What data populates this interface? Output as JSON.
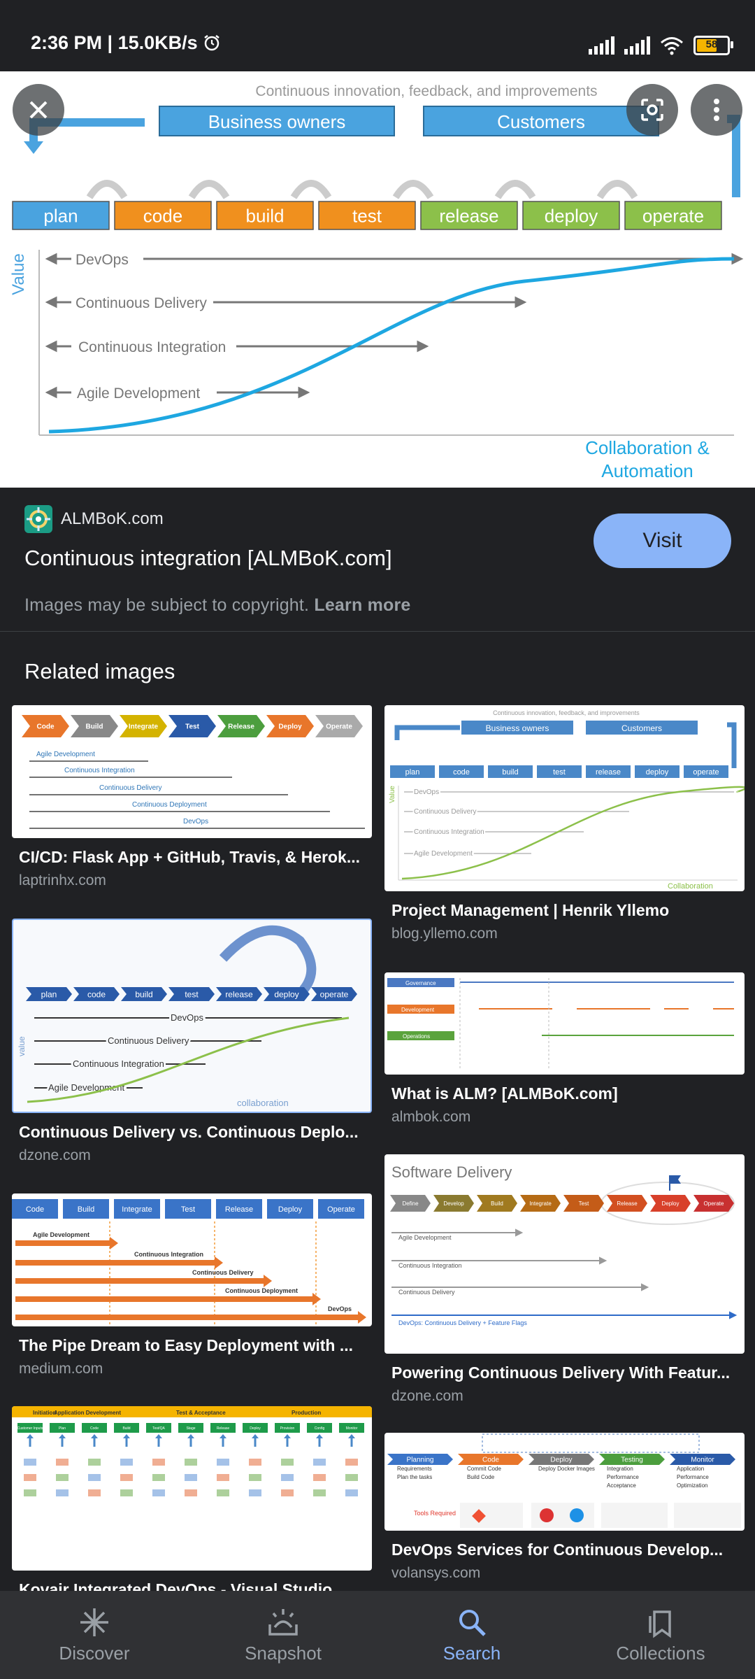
{
  "status_bar": {
    "time": "2:36 PM | 15.0KB/s",
    "battery": "58"
  },
  "preview": {
    "top_caption": "Continuous innovation, feedback, and improvements",
    "roles": [
      "Business owners",
      "Customers"
    ],
    "stages": [
      "plan",
      "code",
      "build",
      "test",
      "release",
      "deploy",
      "operate"
    ],
    "y_axis_label": "Value",
    "levels": [
      "DevOps",
      "Continuous Delivery",
      "Continuous Integration",
      "Agile Development"
    ],
    "corner_label_line1": "Collaboration &",
    "corner_label_line2": "Automation",
    "colors": {
      "blue": "#4aa3df",
      "orange": "#f0901e",
      "green": "#8cc04a"
    }
  },
  "result": {
    "site": "ALMBoK.com",
    "title": "Continuous integration [ALMBoK.com]",
    "visit_label": "Visit",
    "copyright_text": "Images may be subject to copyright.",
    "learn_more": "Learn more"
  },
  "related": {
    "heading": "Related images",
    "items": [
      {
        "title": "CI/CD: Flask App + GitHub, Travis, & Herok...",
        "site": "laptrinhx.com",
        "thumb": {
          "stages": [
            "Code",
            "Build",
            "Integrate",
            "Test",
            "Release",
            "Deploy",
            "Operate"
          ],
          "levels": [
            "Agile Development",
            "Continuous Integration",
            "Continuous Delivery",
            "Continuous Deployment",
            "DevOps"
          ]
        }
      },
      {
        "title": "Project Management | Henrik Yllemo",
        "site": "blog.yllemo.com",
        "thumb": {
          "caption": "Continuous innovation, feedback, and improvements",
          "roles": [
            "Business owners",
            "Customers"
          ],
          "stages": [
            "plan",
            "code",
            "build",
            "test",
            "release",
            "deploy",
            "operate"
          ],
          "levels": [
            "DevOps",
            "Continuous Delivery",
            "Continuous Integration",
            "Agile Development"
          ],
          "y_label": "Value",
          "corner": "Collaboration"
        }
      },
      {
        "title": "Continuous Delivery vs. Continuous Deplo...",
        "site": "dzone.com",
        "thumb": {
          "stages": [
            "plan",
            "code",
            "build",
            "test",
            "release",
            "deploy",
            "operate"
          ],
          "levels": [
            "DevOps",
            "Continuous Delivery",
            "Continuous Integration",
            "Agile Development"
          ],
          "y_label": "value",
          "corner": "collaboration"
        }
      },
      {
        "title": "What is ALM? [ALMBoK.com]",
        "site": "almbok.com",
        "thumb": {
          "rows": [
            "Governance",
            "Development",
            "Operations"
          ]
        }
      },
      {
        "title": "The Pipe Dream to Easy Deployment with ...",
        "site": "medium.com",
        "thumb": {
          "stages": [
            "Code",
            "Build",
            "Integrate",
            "Test",
            "Release",
            "Deploy",
            "Operate"
          ],
          "levels": [
            "Agile Development",
            "Continuous Integration",
            "Continuous Delivery",
            "Continuous Deployment",
            "DevOps"
          ]
        }
      },
      {
        "title": "Powering Continuous Delivery With Featur...",
        "site": "dzone.com",
        "thumb": {
          "heading": "Software Delivery",
          "stages": [
            "Define",
            "Develop",
            "Build",
            "Integrate",
            "Test",
            "Release",
            "Deploy",
            "Operate"
          ],
          "levels": [
            "Agile Development",
            "Continuous Integration",
            "Continuous Delivery",
            "DevOps: Continuous Delivery + Feature Flags"
          ]
        }
      },
      {
        "title": "Kovair Integrated DevOps - Visual Studio...",
        "site": "",
        "thumb": {
          "phases": [
            "Initiation",
            "Application Development",
            "Test & Acceptance",
            "Production"
          ],
          "stages": [
            "Customer Inputs",
            "Plan",
            "Code",
            "Build",
            "Test/QA",
            "Stage",
            "Release",
            "Deploy",
            "Provision",
            "Config",
            "Monitor"
          ]
        }
      },
      {
        "title": "DevOps Services for Continuous Develop...",
        "site": "volansys.com",
        "thumb": {
          "stages": [
            "Planning",
            "Code",
            "Deploy",
            "Testing",
            "Monitor"
          ],
          "details": [
            "Requirements",
            "Plan the tasks",
            "Commit Code",
            "Build Code",
            "Deploy Docker Images",
            "Integration",
            "Performance",
            "Acceptance",
            "Application",
            "Performance",
            "Optimization"
          ],
          "tools_label": "Tools Required"
        }
      }
    ]
  },
  "bottom_nav": [
    {
      "label": "Discover",
      "icon": "asterisk-icon"
    },
    {
      "label": "Snapshot",
      "icon": "snapshot-icon"
    },
    {
      "label": "Search",
      "icon": "search-icon"
    },
    {
      "label": "Collections",
      "icon": "collections-icon"
    }
  ]
}
